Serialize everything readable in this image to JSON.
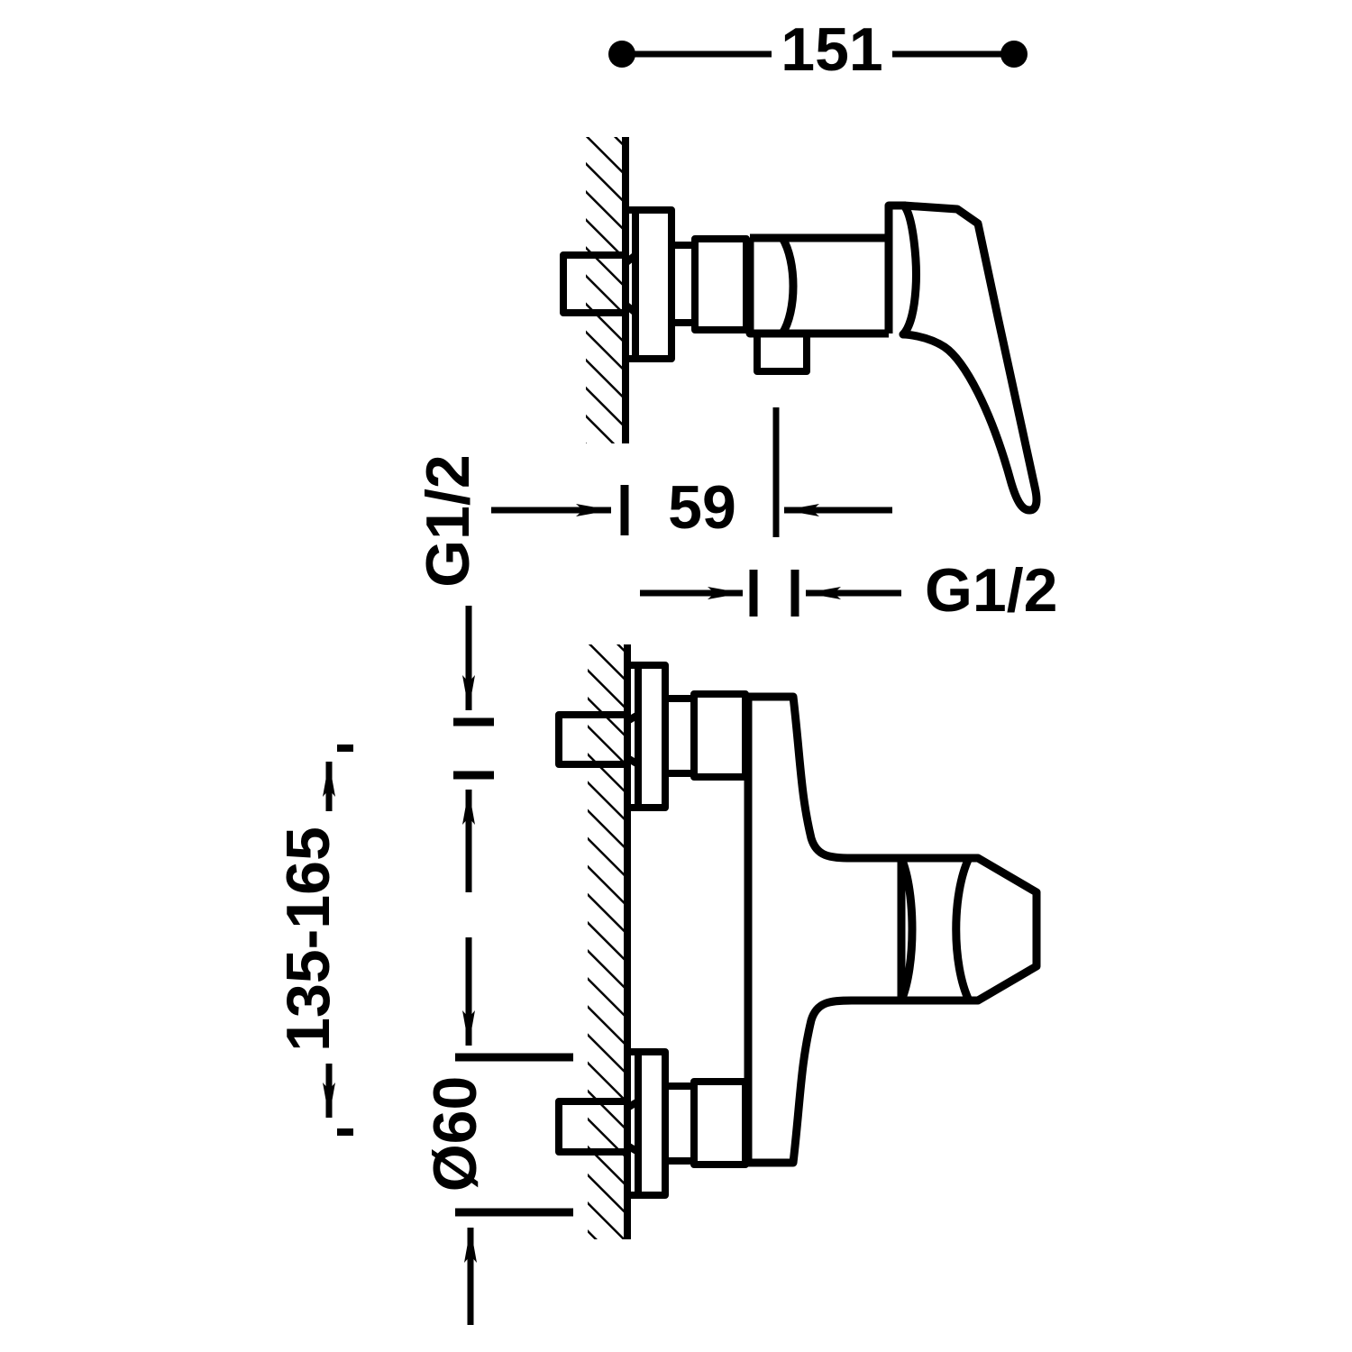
{
  "drawing": {
    "title": "Wall-mounted single-lever shower mixer dimensional drawing",
    "line_color": "#000000",
    "background_color": "#ffffff",
    "views": [
      {
        "name": "side-elevation-view",
        "position": "upper"
      },
      {
        "name": "front-elevation-view",
        "position": "lower"
      }
    ]
  },
  "dimensions": {
    "overall_length": {
      "label": "151",
      "name": "dimension-151",
      "orientation": "horizontal",
      "style": "dot-terminated",
      "unit": "mm"
    },
    "wall_to_body": {
      "label": "59",
      "name": "dimension-59",
      "orientation": "horizontal",
      "style": "arrow-inward",
      "unit": "mm"
    },
    "inlet_thread_vertical": {
      "label": "G1/2",
      "name": "dimension-g12-vertical",
      "orientation": "vertical-rotated",
      "style": "arrow"
    },
    "inlet_thread_horizontal": {
      "label": "G1/2",
      "name": "dimension-g12-horizontal",
      "orientation": "horizontal",
      "style": "arrow-inward"
    },
    "inlet_center_spacing": {
      "label": "135-165",
      "name": "dimension-135-165",
      "orientation": "vertical-rotated",
      "style": "arrow-outward",
      "unit": "mm"
    },
    "flange_diameter": {
      "label": "Ø60",
      "name": "dimension-diameter-60",
      "orientation": "vertical-rotated",
      "style": "arrow-inward",
      "unit": "mm"
    }
  },
  "annotations": {
    "wall_hatch": "wall-section-hatching",
    "escutcheon": "escutcheon-flange",
    "lever_handle": "lever-handle",
    "outlet_spout": "shower-outlet-connector",
    "eccentric_connector": "eccentric-connector"
  }
}
